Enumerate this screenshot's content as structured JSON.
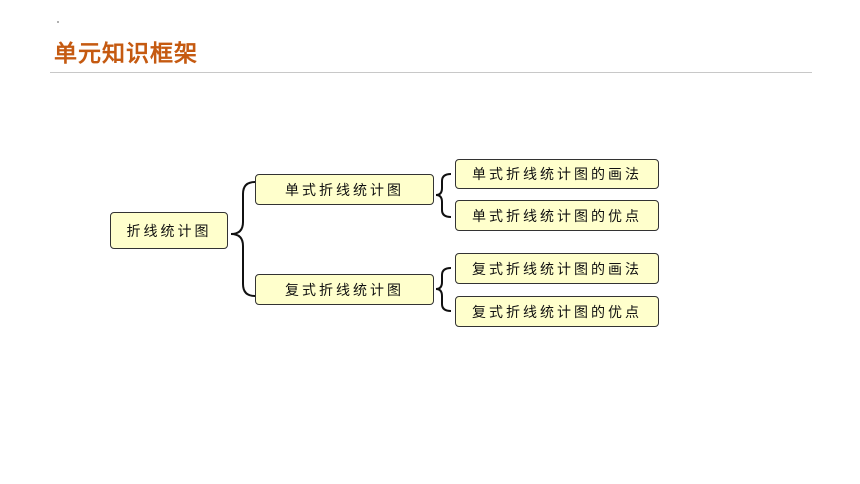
{
  "header": {
    "title": "单元知识框架"
  },
  "diagram": {
    "root": {
      "label": "折线统计图"
    },
    "branches": [
      {
        "label": "单式折线统计图",
        "children": [
          {
            "label": "单式折线统计图的画法"
          },
          {
            "label": "单式折线统计图的优点"
          }
        ]
      },
      {
        "label": "复式折线统计图",
        "children": [
          {
            "label": "复式折线统计图的画法"
          },
          {
            "label": "复式折线统计图的优点"
          }
        ]
      }
    ],
    "colors": {
      "node_fill": "#ffffcc",
      "title": "#c55a11"
    }
  }
}
